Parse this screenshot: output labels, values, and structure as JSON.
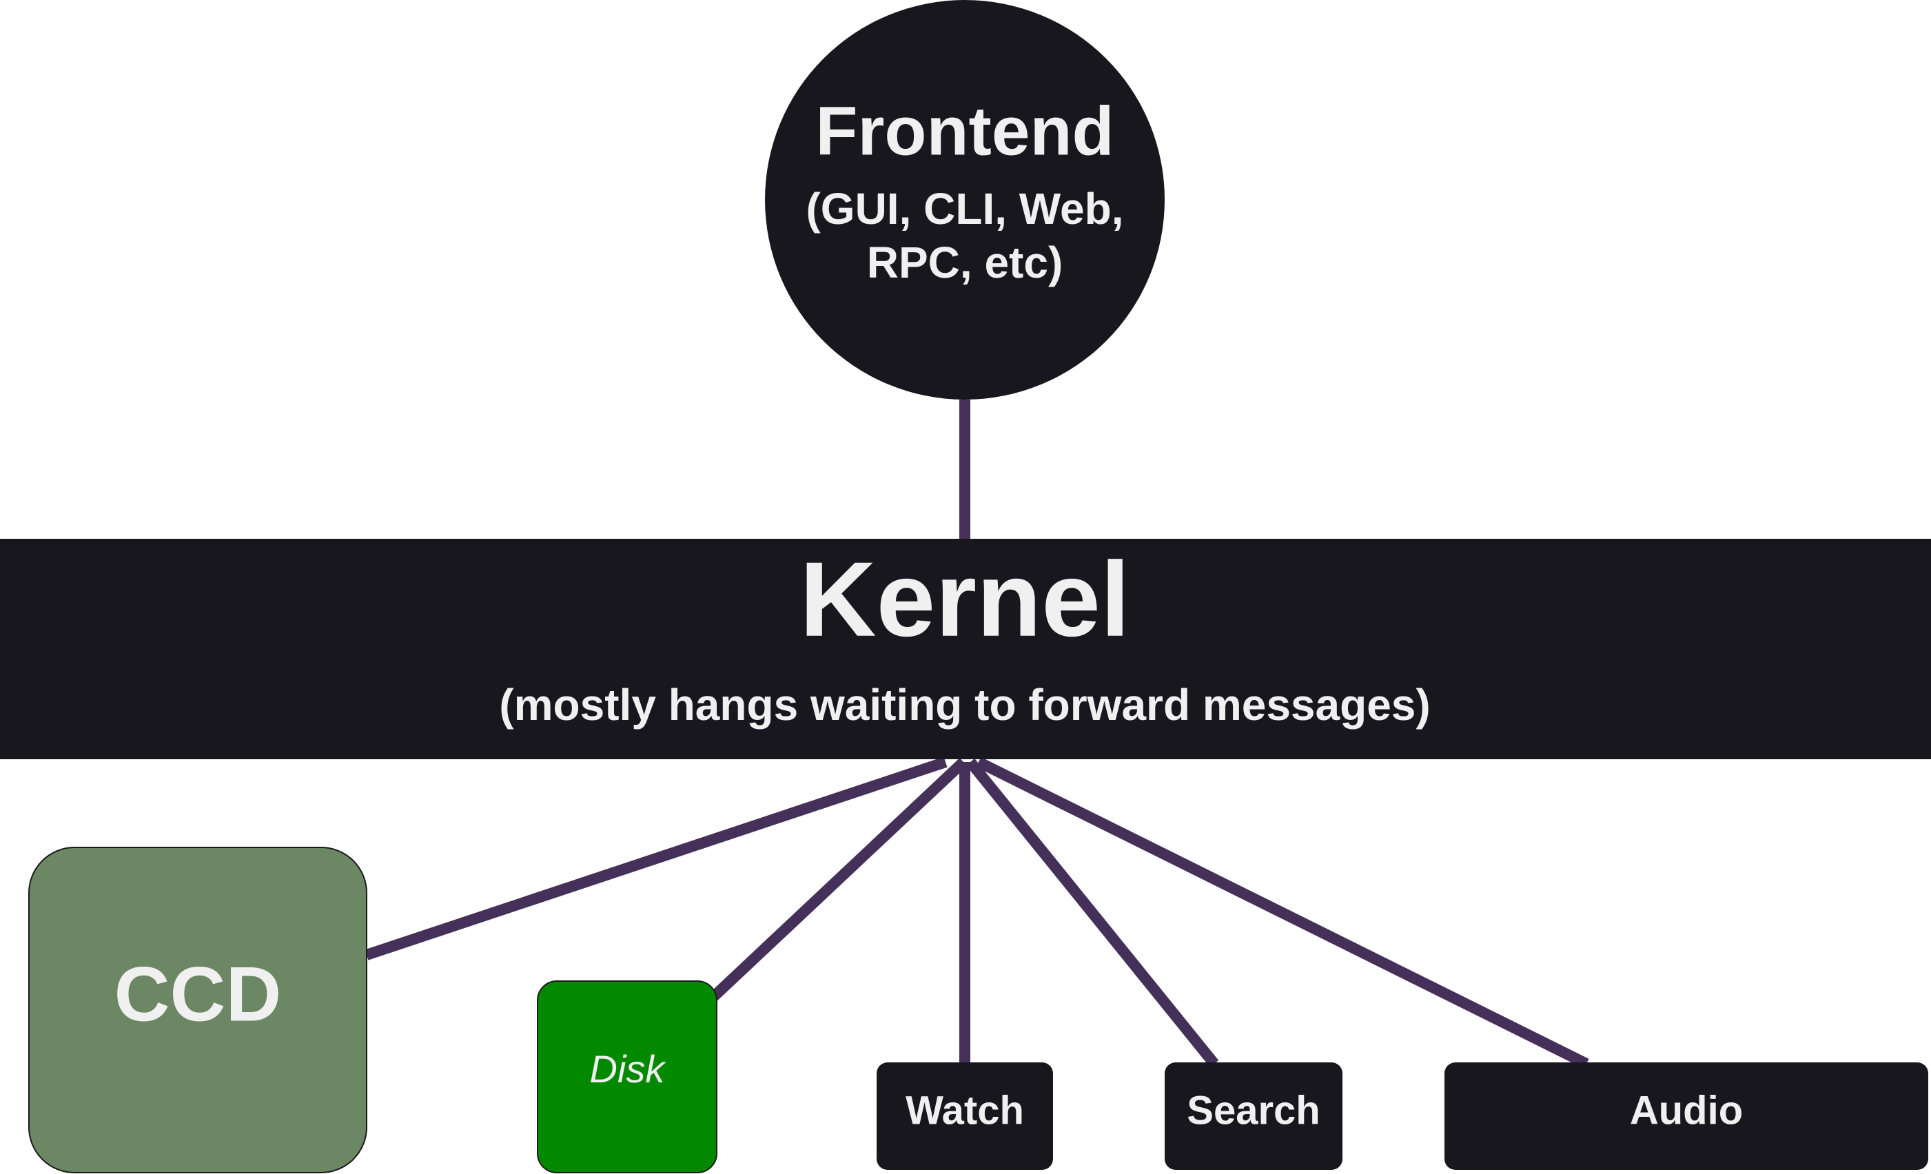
{
  "colors": {
    "node_dark": "#19171e",
    "ccd_fill": "#6b8763",
    "disk_fill": "#028900",
    "connector": "#45305a",
    "text": "#f0f0f0",
    "background": "#ffffff"
  },
  "frontend": {
    "title": "Frontend",
    "subtitle_line1": "(GUI, CLI, Web,",
    "subtitle_line2": "RPC, etc)"
  },
  "kernel": {
    "title": "Kernel",
    "subtitle": "(mostly hangs waiting to forward messages)"
  },
  "modules": {
    "ccd": "CCD",
    "disk": "Disk",
    "watch": "Watch",
    "search": "Search",
    "audio": "Audio"
  }
}
